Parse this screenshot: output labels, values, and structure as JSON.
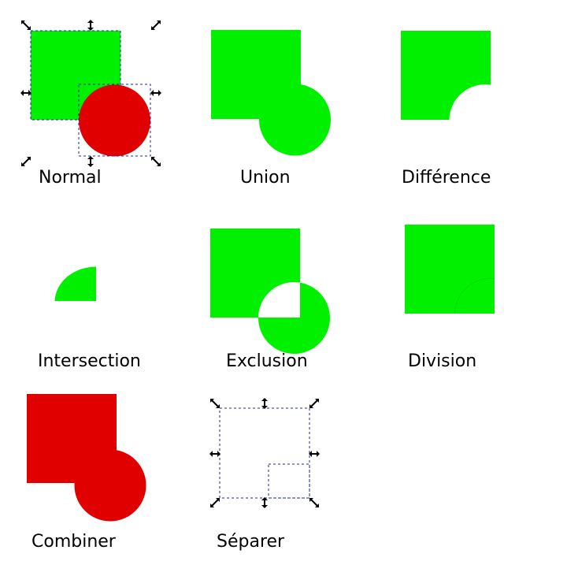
{
  "colors": {
    "green": "#00f000",
    "red": "#e00000",
    "background": "#ffffff",
    "selection_dash": "#2222aa",
    "handle": "#000000"
  },
  "operations": [
    {
      "label": "Normal"
    },
    {
      "label": "Union"
    },
    {
      "label": "Différence"
    },
    {
      "label": "Intersection"
    },
    {
      "label": "Exclusion"
    },
    {
      "label": "Division"
    },
    {
      "label": "Combiner"
    },
    {
      "label": "Séparer"
    }
  ]
}
